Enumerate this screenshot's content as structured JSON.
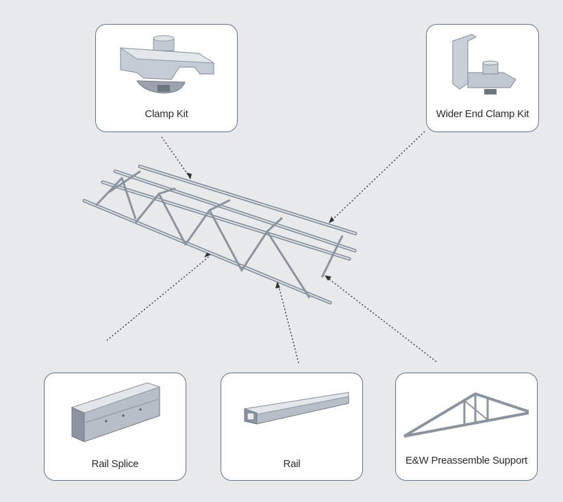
{
  "components": {
    "clamp_kit": "Clamp Kit",
    "wider_end_clamp_kit": "Wider End Clamp Kit",
    "rail_splice": "Rail Splice",
    "rail": "Rail",
    "ew_preassemble_support": "E&W Preassemble Support"
  },
  "colors": {
    "background": "#e8e9eb",
    "card_border": "#5d7390",
    "metal_light": "#d3d8de",
    "metal_mid": "#aeb6c0",
    "metal_dark": "#7d8794",
    "leader_line": "#2f2f2f"
  }
}
